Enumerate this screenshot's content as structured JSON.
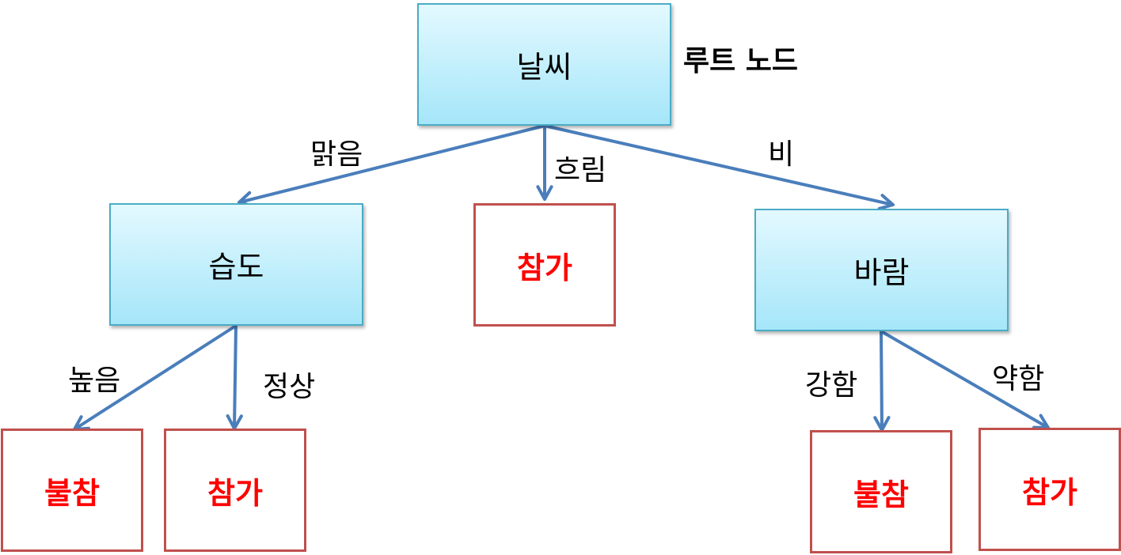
{
  "colors": {
    "edge": "#4a7ebb",
    "decision_fill_top": "#e3f9ff",
    "decision_fill_bottom": "#a5e6f9",
    "decision_border": "#4bacc6",
    "leaf_border": "#c0504d",
    "leaf_text": "#ff0000"
  },
  "root_label": "루트 노드",
  "nodes": {
    "weather": "날씨",
    "humidity": "습도",
    "wind": "바람",
    "cloudy_leaf": "참가",
    "high_leaf": "불참",
    "normal_leaf": "참가",
    "strong_leaf": "불참",
    "weak_leaf": "참가"
  },
  "edges": {
    "sunny": "맑음",
    "cloudy": "흐림",
    "rain": "비",
    "high": "높음",
    "normal": "정상",
    "strong": "강함",
    "weak": "약함"
  }
}
